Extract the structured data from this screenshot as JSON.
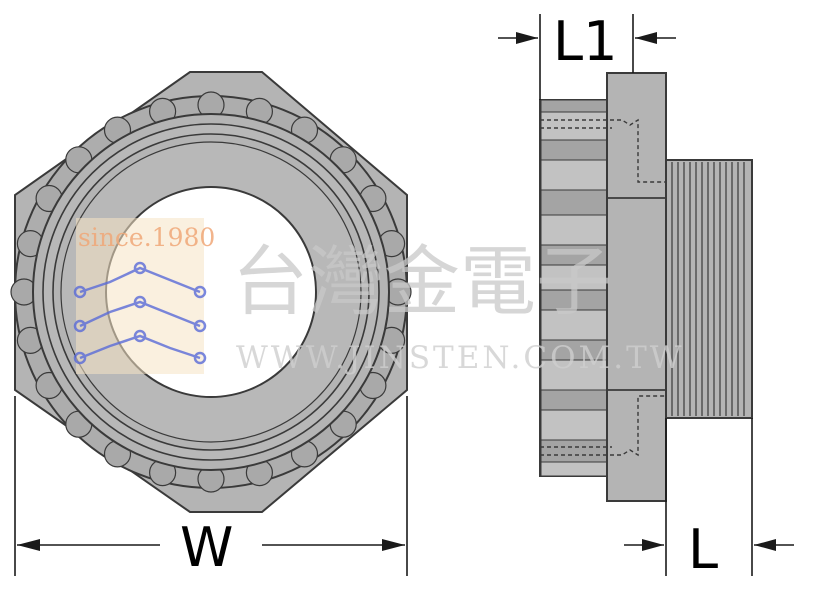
{
  "dimensions": {
    "width_label": "W",
    "thread_length_label": "L",
    "head_thickness_label": "L1"
  },
  "watermark": {
    "company_name": "台灣金電子",
    "website": "WWW.JINSTEN.COM.TW",
    "logo_text": "since.1980"
  },
  "colors": {
    "body_fill": "#b4b4b4",
    "outline": "#3a3a3a",
    "bore": "#ffffff",
    "logo_accent": "#5a6bd8",
    "logo_bg": "#f6e4c4"
  }
}
